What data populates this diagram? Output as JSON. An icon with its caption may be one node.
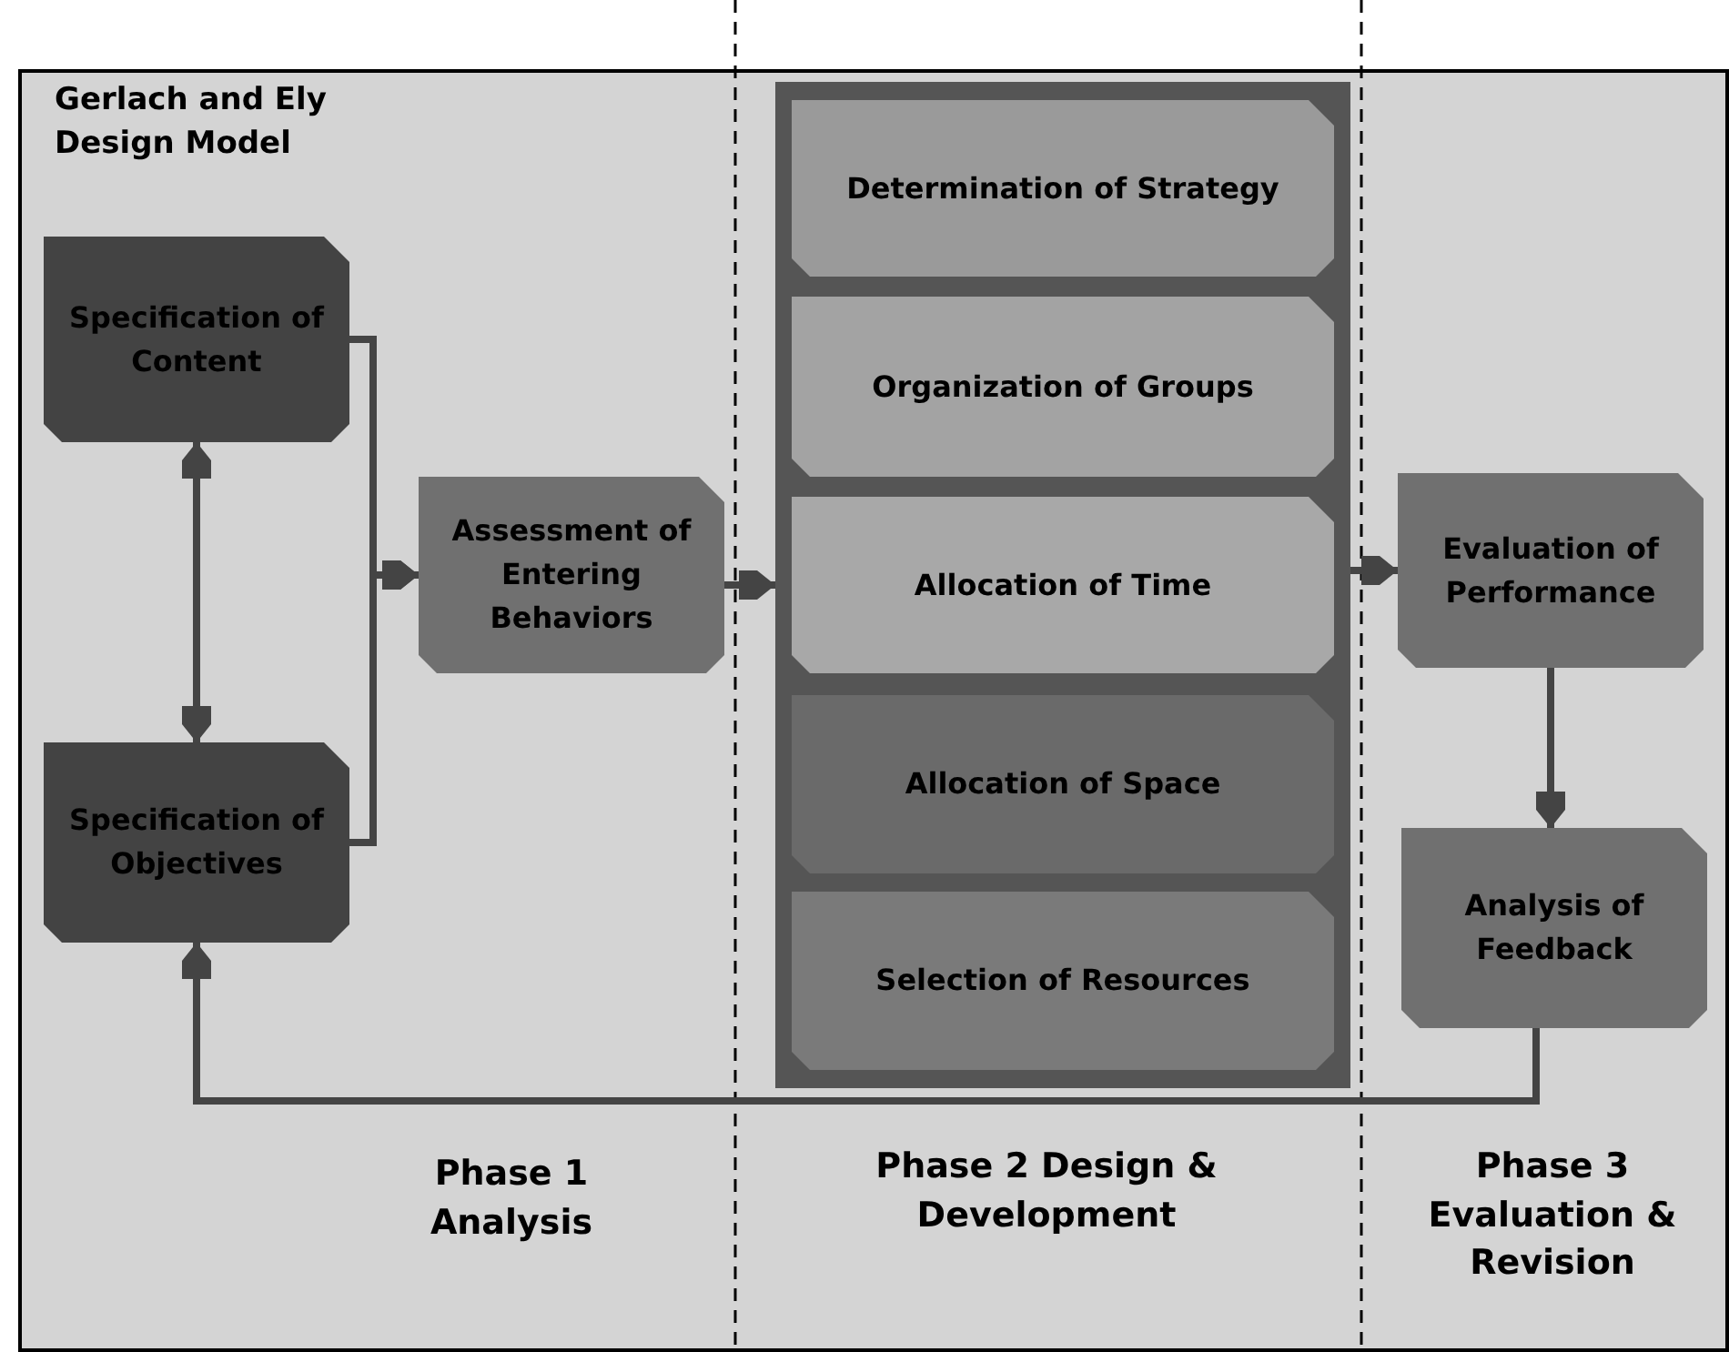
{
  "diagram": {
    "title": "Gerlach and Ely Design Model",
    "nodes": [
      {
        "text": [
          "Specification of Content"
        ]
      },
      {
        "text": [
          "Specification of Objectives"
        ]
      },
      {
        "text": [
          "Assessment of Entering Behaviors"
        ]
      },
      {
        "text": [],
        "shape": "box"
      },
      {
        "text": [
          "Determination of Strategy"
        ],
        "in": 3
      },
      {
        "text": [
          "Organization of Groups"
        ],
        "in": 3
      },
      {
        "text": [
          "Allocation of Time"
        ],
        "in": 3
      },
      {
        "text": [
          "Allocation of Space"
        ],
        "in": 3
      },
      {
        "text": [
          "Selection of Resources"
        ],
        "in": 3
      },
      {
        "text": [
          "Evaluation of Performance"
        ]
      },
      {
        "text": [
          "Analysis of Feedback"
        ]
      }
    ],
    "edges": [
      {
        "from": 0,
        "to": 1,
        "arrow": "both"
      },
      {
        "from": 0,
        "to": 2,
        "arrow": "to"
      },
      {
        "from": 1,
        "to": 2,
        "arrow": "to"
      },
      {
        "from": 2,
        "to": 3,
        "arrow": "to"
      },
      {
        "from": 3,
        "to": 9,
        "arrow": "to"
      },
      {
        "from": 9,
        "to": 10,
        "arrow": "to"
      },
      {
        "from": 10,
        "to": 1,
        "arrow": "to"
      }
    ],
    "labels": [
      "Phase 1 Analysis",
      "Phase 2 Design & Development",
      "Phase 3 Evaluation & Revision"
    ]
  }
}
